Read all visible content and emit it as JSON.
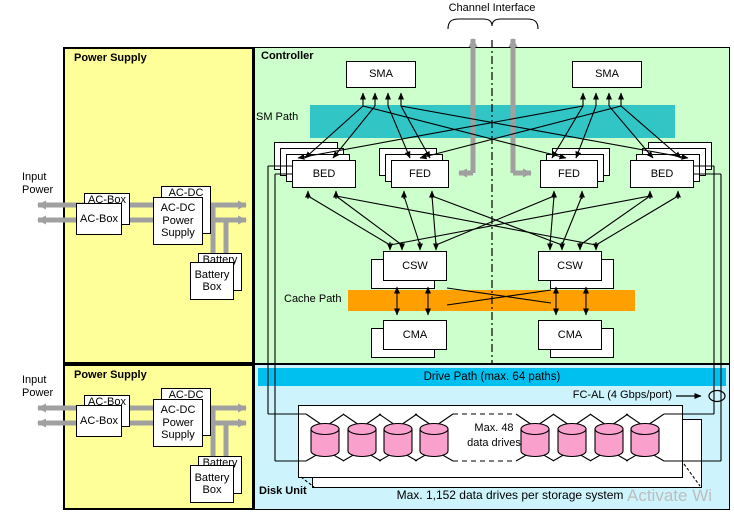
{
  "colors": {
    "power_supply_bg": "#FFFF99",
    "controller_bg": "#CCFFCC",
    "disk_unit_bg": "#CDF3FD",
    "sm_path_bar": "#31C5C5",
    "cache_path_bar": "#FF9F00",
    "drive_path_bar": "#00C0F0",
    "drive_fill": "#F9A0CC",
    "gray_arrow": "#A0A0A0",
    "watermark": "#BDBDBD"
  },
  "header": {
    "channel_interface": "Channel Interface"
  },
  "controller": {
    "title": "Controller",
    "sm_path": "SM Path",
    "cache_path": "Cache Path",
    "sma": "SMA",
    "bed": "BED",
    "fed": "FED",
    "csw": "CSW",
    "cma": "CMA"
  },
  "power_supply": {
    "title": "Power Supply",
    "input_power": "Input\nPower",
    "ac_box": "AC-Box",
    "ac_dc_power_supply": "AC-DC\nPower\nSupply",
    "battery_box": "Battery\nBox"
  },
  "disk_unit": {
    "title": "Disk Unit",
    "drive_path": "Drive Path (max. 64 paths)",
    "fc_al": "FC-AL (4 Gbps/port)",
    "max_drives": "Max. 48\ndata drives",
    "max_per_system": "Max. 1,152 data drives per storage system"
  },
  "watermark": "Activate Wi"
}
